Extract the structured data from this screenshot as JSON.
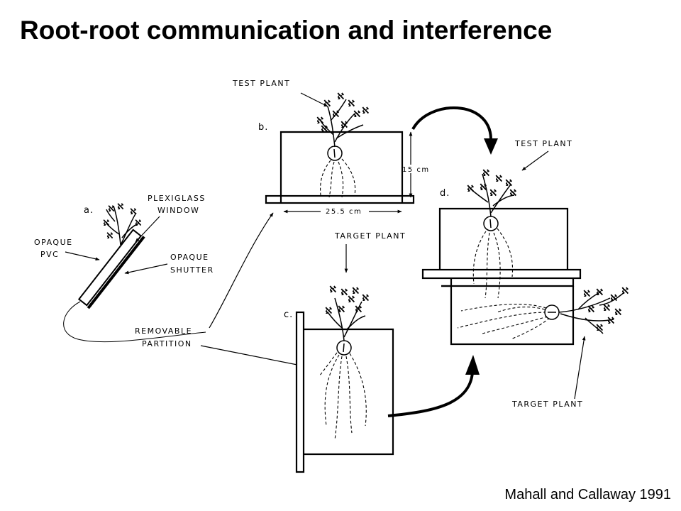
{
  "title": "Root-root communication and interference",
  "citation": "Mahall and Callaway 1991",
  "diagram": {
    "panels": {
      "a": "a.",
      "b": "b.",
      "c": "c.",
      "d": "d."
    },
    "labels": {
      "test_plant_b": "TEST PLANT",
      "test_plant_d": "TEST PLANT",
      "target_plant_c": "TARGET PLANT",
      "target_plant_d": "TARGET PLANT",
      "plexiglass_line1": "PLEXIGLASS",
      "plexiglass_line2": "WINDOW",
      "opaque_pvc_line1": "OPAQUE",
      "opaque_pvc_line2": "PVC",
      "opaque_shutter_line1": "OPAQUE",
      "opaque_shutter_line2": "SHUTTER",
      "removable_line1": "REMOVABLE",
      "removable_line2": "PARTITION",
      "height_dim": "15  cm",
      "width_dim": "25.5  cm"
    }
  }
}
